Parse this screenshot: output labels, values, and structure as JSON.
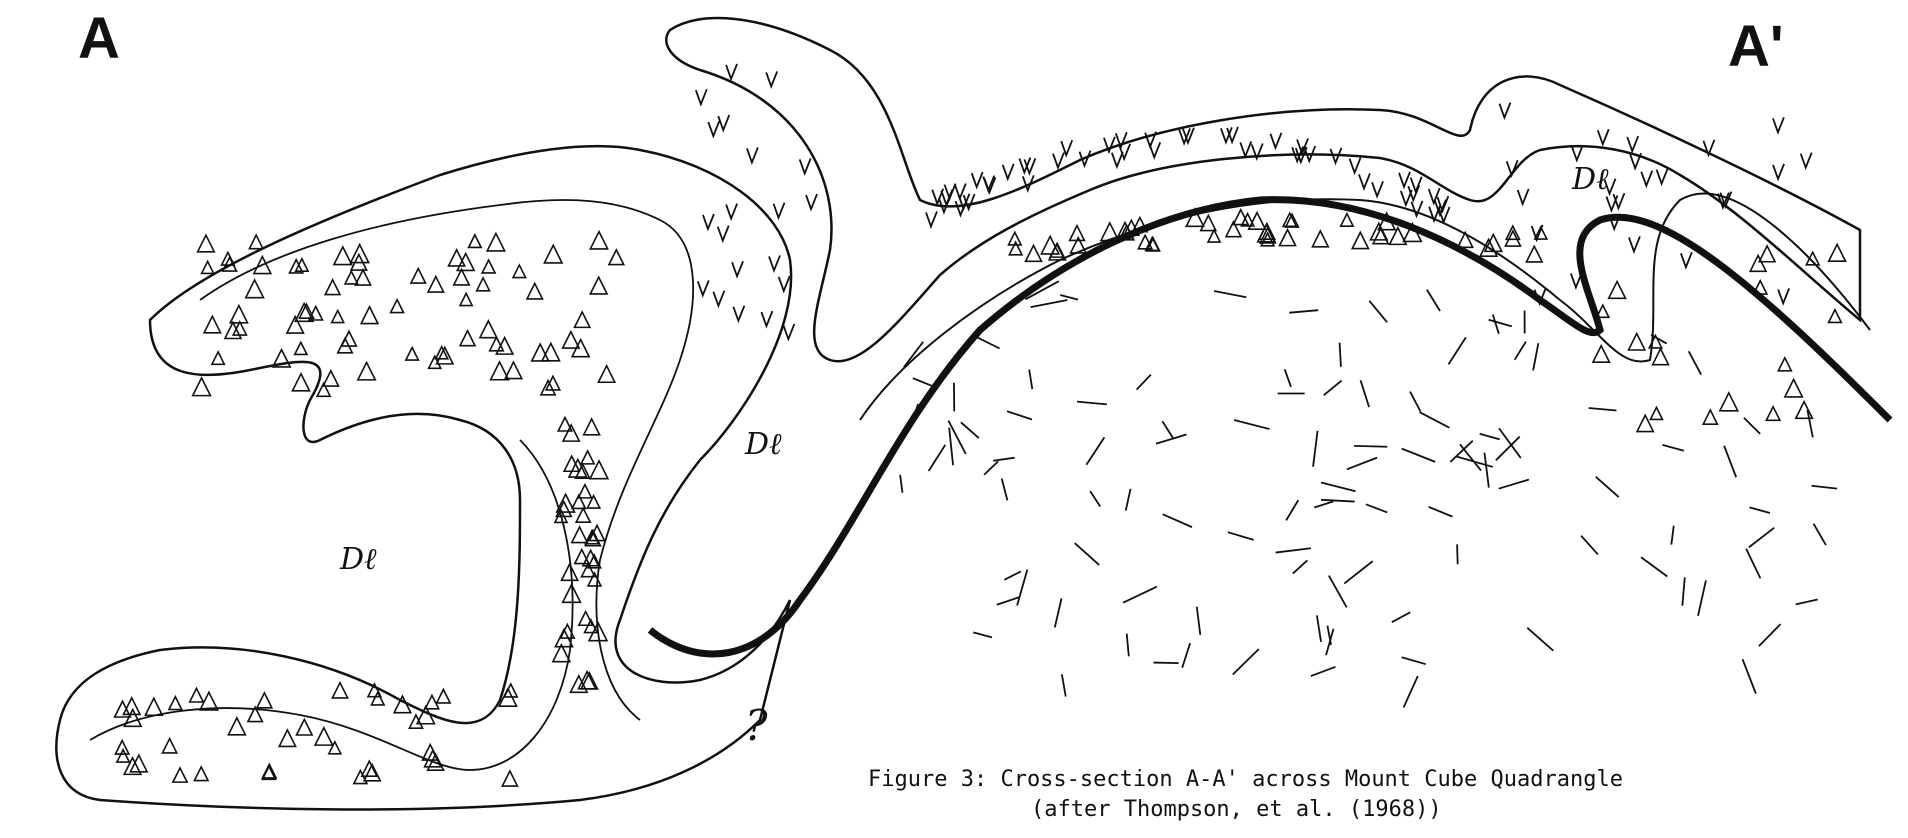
{
  "section": {
    "left_end_label": "A",
    "right_end_label": "A'",
    "unit_label": "Dℓ",
    "uncertain_contact": "?"
  },
  "caption": {
    "line1": "Figure 3: Cross-section A-A' across Mount Cube Quadrangle",
    "line2": "(after Thompson, et al. (1968))"
  },
  "colors": {
    "ink": "#111111",
    "paper": "#ffffff"
  }
}
